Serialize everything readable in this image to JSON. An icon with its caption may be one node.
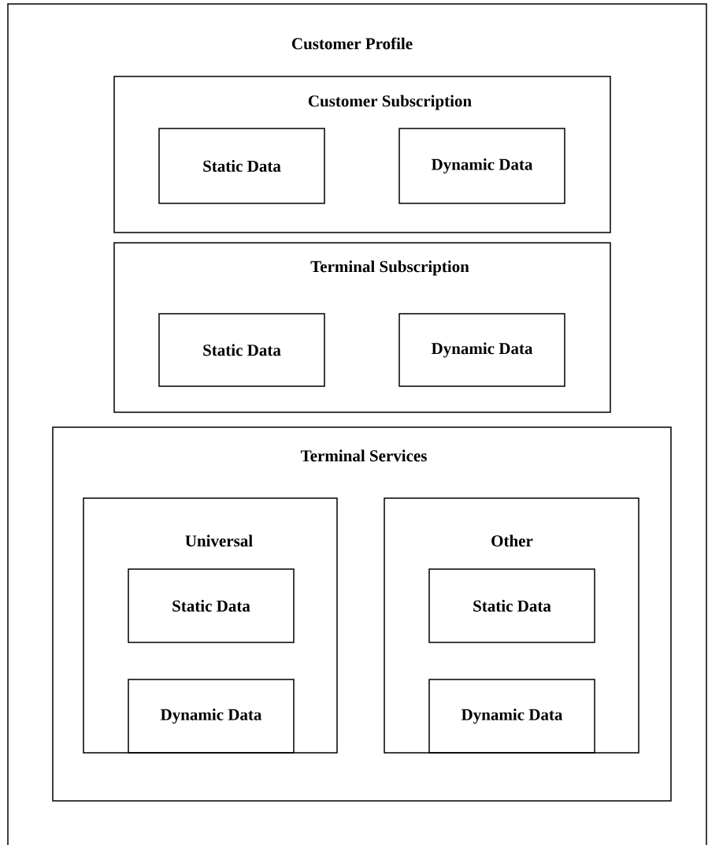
{
  "diagram": {
    "nodes": [
      {
        "text": [
          "Customer Profile"
        ]
      },
      {
        "text": [
          "Customer Subscription"
        ],
        "in": 0
      },
      {
        "text": [
          "Static Data"
        ],
        "in": 1
      },
      {
        "text": [
          "Dynamic Data"
        ],
        "in": 1
      },
      {
        "text": [
          "Terminal Subscription"
        ],
        "in": 0
      },
      {
        "text": [
          "Static Data"
        ],
        "in": 4
      },
      {
        "text": [
          "Dynamic Data"
        ],
        "in": 4
      },
      {
        "text": [
          "Terminal Services"
        ],
        "in": 0
      },
      {
        "text": [
          "Universal"
        ],
        "in": 7
      },
      {
        "text": [
          "Static Data"
        ],
        "in": 8
      },
      {
        "text": [
          "Dynamic Data"
        ],
        "in": 8
      },
      {
        "text": [
          "Other"
        ],
        "in": 7
      },
      {
        "text": [
          "Static Data"
        ],
        "in": 11
      },
      {
        "text": [
          "Dynamic Data"
        ],
        "in": 11
      }
    ]
  }
}
